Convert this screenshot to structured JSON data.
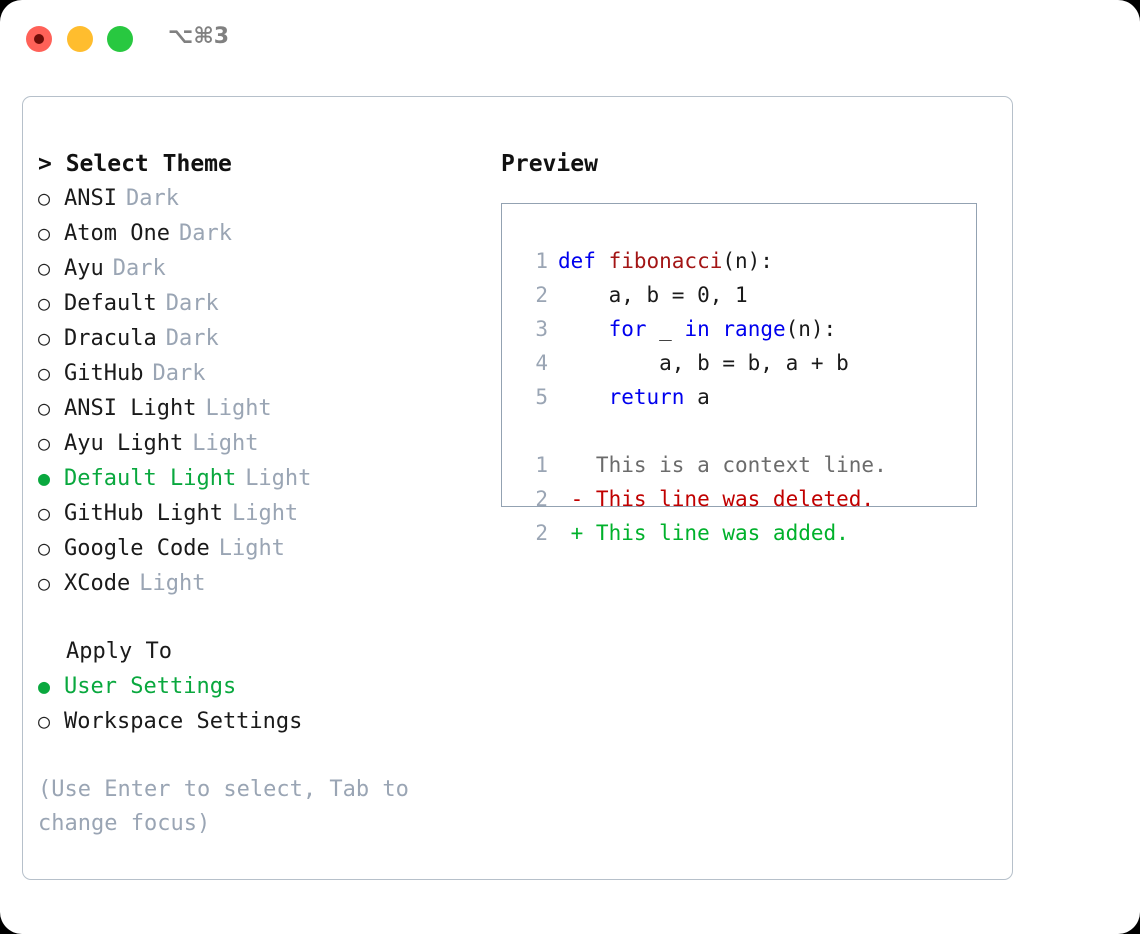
{
  "titlebar": {
    "shortcut": "⌥⌘3",
    "buttons": [
      {
        "name": "close",
        "color": "#ff6158"
      },
      {
        "name": "minimize",
        "color": "#ffbd2e"
      },
      {
        "name": "maximize",
        "color": "#28c840"
      }
    ]
  },
  "colors": {
    "selected_green": "#09a83e",
    "muted_gray": "#9aa5b4",
    "panel_border": "#b6c0ca",
    "preview_border": "#93a2b2",
    "keyword_blue": "#0000ee",
    "function_red": "#a31515",
    "diff_deleted": "#c00000",
    "diff_added": "#00b12b"
  },
  "theme_list": {
    "heading": "> Select Theme",
    "bullet_unselected": "○",
    "bullet_selected": "●",
    "items": [
      {
        "label": "ANSI",
        "tag": "Dark",
        "selected": false
      },
      {
        "label": "Atom One",
        "tag": "Dark",
        "selected": false
      },
      {
        "label": "Ayu",
        "tag": "Dark",
        "selected": false
      },
      {
        "label": "Default",
        "tag": "Dark",
        "selected": false
      },
      {
        "label": "Dracula",
        "tag": "Dark",
        "selected": false
      },
      {
        "label": "GitHub",
        "tag": "Dark",
        "selected": false
      },
      {
        "label": "ANSI Light",
        "tag": "Light",
        "selected": false
      },
      {
        "label": "Ayu Light",
        "tag": "Light",
        "selected": false
      },
      {
        "label": "Default Light",
        "tag": "Light",
        "selected": true
      },
      {
        "label": "GitHub Light",
        "tag": "Light",
        "selected": false
      },
      {
        "label": "Google Code",
        "tag": "Light",
        "selected": false
      },
      {
        "label": "XCode",
        "tag": "Light",
        "selected": false
      }
    ]
  },
  "apply_to": {
    "heading": "Apply To",
    "items": [
      {
        "label": "User Settings",
        "selected": true
      },
      {
        "label": "Workspace Settings",
        "selected": false
      }
    ]
  },
  "hint": "(Use Enter to select, Tab to change focus)",
  "preview": {
    "heading": "Preview",
    "code_lines": [
      {
        "no": "1",
        "tokens": [
          {
            "t": "def ",
            "c": "kw"
          },
          {
            "t": "fibonacci",
            "c": "fn"
          },
          {
            "t": "(n):",
            "c": "plain"
          }
        ]
      },
      {
        "no": "2",
        "tokens": [
          {
            "t": "    a, b = 0, 1",
            "c": "plain"
          }
        ]
      },
      {
        "no": "3",
        "tokens": [
          {
            "t": "    ",
            "c": "plain"
          },
          {
            "t": "for",
            "c": "kw"
          },
          {
            "t": " _ ",
            "c": "plain"
          },
          {
            "t": "in",
            "c": "kw"
          },
          {
            "t": " ",
            "c": "plain"
          },
          {
            "t": "range",
            "c": "kw"
          },
          {
            "t": "(n):",
            "c": "plain"
          }
        ]
      },
      {
        "no": "4",
        "tokens": [
          {
            "t": "        a, b = b, a + b",
            "c": "plain"
          }
        ]
      },
      {
        "no": "5",
        "tokens": [
          {
            "t": "    ",
            "c": "plain"
          },
          {
            "t": "return",
            "c": "kw"
          },
          {
            "t": " a",
            "c": "plain"
          }
        ]
      }
    ],
    "diff_lines": [
      {
        "no": "1",
        "text": "   This is a context line.",
        "kind": "diff-ctx"
      },
      {
        "no": "2",
        "text": " - This line was deleted.",
        "kind": "diff-del"
      },
      {
        "no": "2",
        "text": " + This line was added.",
        "kind": "diff-add"
      }
    ]
  }
}
